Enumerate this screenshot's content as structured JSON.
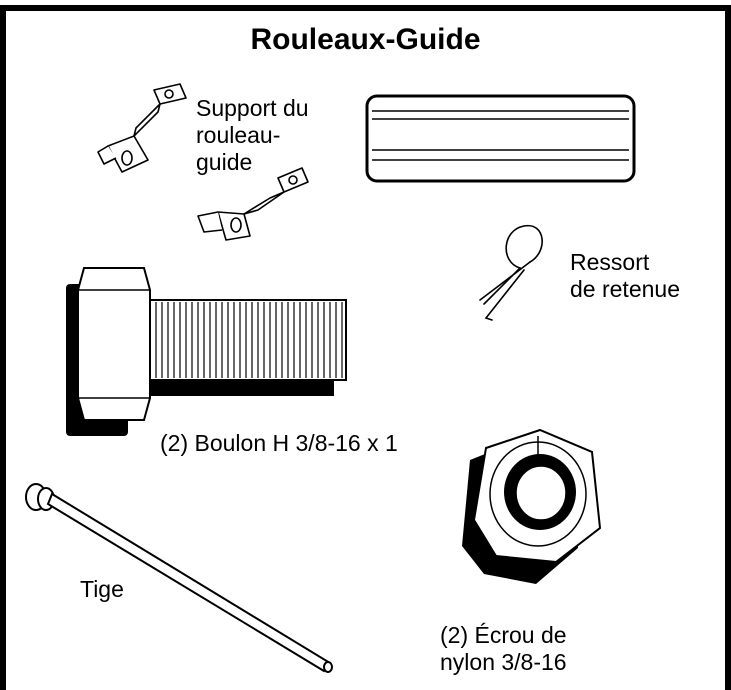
{
  "title": "Rouleaux-Guide",
  "parts": {
    "support": {
      "label": "Support du\nrouleau-\nguide"
    },
    "ressort": {
      "label": "Ressort\nde retenue"
    },
    "boulon": {
      "label": "(2) Boulon H  3/8-16 x 1"
    },
    "tige": {
      "label": "Tige"
    },
    "ecrou": {
      "label": "(2) Écrou de\nnylon  3/8-16"
    }
  }
}
